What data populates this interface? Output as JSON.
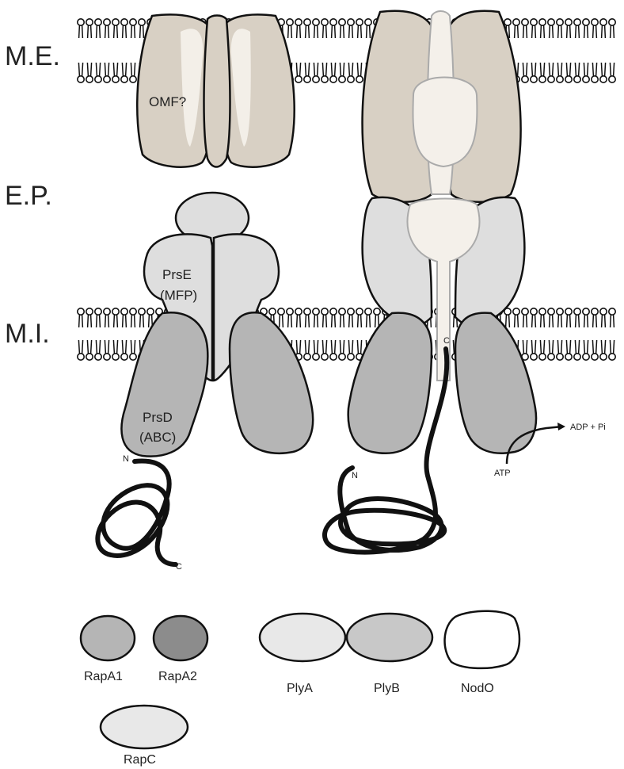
{
  "compartments": {
    "outer_membrane": "M.E.",
    "periplasm": "E.P.",
    "inner_membrane": "M.I."
  },
  "left_complex": {
    "omf": "OMF?",
    "prse_line1": "PrsE",
    "prse_line2": "(MFP)",
    "prsd_line1": "PrsD",
    "prsd_line2": "(ABC)",
    "n_terminus": "N",
    "c_terminus": "C"
  },
  "right_complex": {
    "c_terminus": "C",
    "n_terminus": "N",
    "atp": "ATP",
    "products": "ADP + Pi"
  },
  "legend": {
    "items": [
      {
        "label": "RapA1",
        "fill": "#b5b5b5"
      },
      {
        "label": "RapA2",
        "fill": "#8c8c8c"
      },
      {
        "label": "RapC",
        "fill": "#e8e8e8"
      },
      {
        "label": "PlyA",
        "fill": "#e8e8e8"
      },
      {
        "label": "PlyB",
        "fill": "#c8c8c8"
      },
      {
        "label": "NodO",
        "fill": "#ffffff"
      }
    ]
  },
  "colors": {
    "omf": "#d8d0c4",
    "mfp": "#dedede",
    "abc": "#b5b5b5",
    "membrane": "#111111"
  }
}
